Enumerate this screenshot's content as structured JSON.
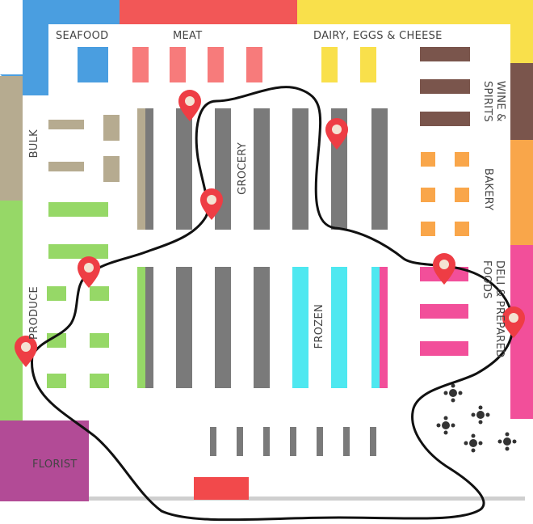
{
  "colors": {
    "seafood": "#4a9ee0",
    "meat": "#f25757",
    "dairy": "#f9e04b",
    "wine": "#7a554c",
    "bakery": "#f9a64a",
    "deli": "#f24f9a",
    "produce": "#96d867",
    "bulk": "#b6ab90",
    "florist": "#b24b96",
    "grocery": "#7a7a7a",
    "frozen": "#4ee8f0",
    "route": "#111111",
    "pin": "#ee3d44"
  },
  "departments": {
    "seafood": "SEAFOOD",
    "meat": "MEAT",
    "dairy": "DAIRY, EGGS & CHEESE",
    "wine": "WINE & SPIRITS",
    "bakery": "BAKERY",
    "deli": "DELI & PREPARED FOODS",
    "produce": "PRODUCE",
    "bulk": "BULK",
    "florist": "FLORIST",
    "grocery": "GROCERY",
    "frozen": "FROZEN"
  },
  "icons": {
    "pin": "map-pin-icon",
    "table": "dining-table-icon"
  }
}
